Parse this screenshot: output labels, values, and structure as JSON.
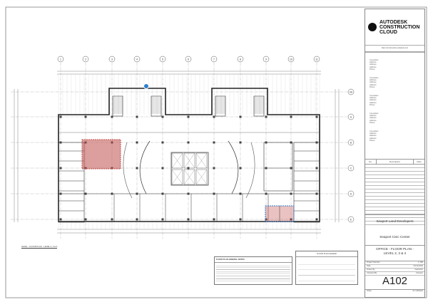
{
  "titleblock": {
    "company": "AUTODESK CONSTRUCTION CLOUD",
    "url": "https://construction.autodesk.com",
    "contacts": [
      [
        "Consultant",
        "Address",
        "Address",
        "Address",
        "Phone"
      ],
      [
        "Consultant",
        "Address",
        "Address",
        "Address",
        "Phone"
      ],
      [
        "Consultant",
        "Address",
        "Address",
        "Address",
        "Phone"
      ],
      [
        "Consultant",
        "Address",
        "Address",
        "Address",
        "Phone"
      ],
      [
        "Consultant",
        "Address",
        "Address",
        "Address",
        "Phone"
      ]
    ],
    "revision_headers": [
      "No.",
      "Description",
      "Date"
    ],
    "client": "Seaport Land Developers",
    "project": "Seaport Civic Center",
    "sheet_title_1": "OFFICE - FLOOR PLAN -",
    "sheet_title_2": "LEVEL 2, 3 & 4",
    "fields": [
      {
        "label": "Project Number",
        "value": "1-750"
      },
      {
        "label": "Date",
        "value": "03/12/2020"
      },
      {
        "label": "Drawn By",
        "value": "Capbettro"
      },
      {
        "label": "Checked By",
        "value": "Checker"
      }
    ],
    "sheet_number": "A102",
    "scale_label": "Scale",
    "scale_value": "As indicated"
  },
  "plan": {
    "columns": [
      "1",
      "2",
      "3",
      "4",
      "5",
      "6",
      "7",
      "8",
      "9",
      "10",
      "11"
    ],
    "rows": [
      "0A",
      "A",
      "B",
      "C",
      "D",
      "E"
    ],
    "view_label": "LEVEL - FLOOR PLAN - LEVEL 2, 3 & 4",
    "markup_colors": {
      "cloud_red": "#c0504d",
      "cloud_blue": "#2f7fd0"
    }
  },
  "notes": {
    "title": "FLOOR PLAN GENERAL NOTES"
  },
  "legend": {
    "title": "FLOOR PLAN LEGEND"
  }
}
